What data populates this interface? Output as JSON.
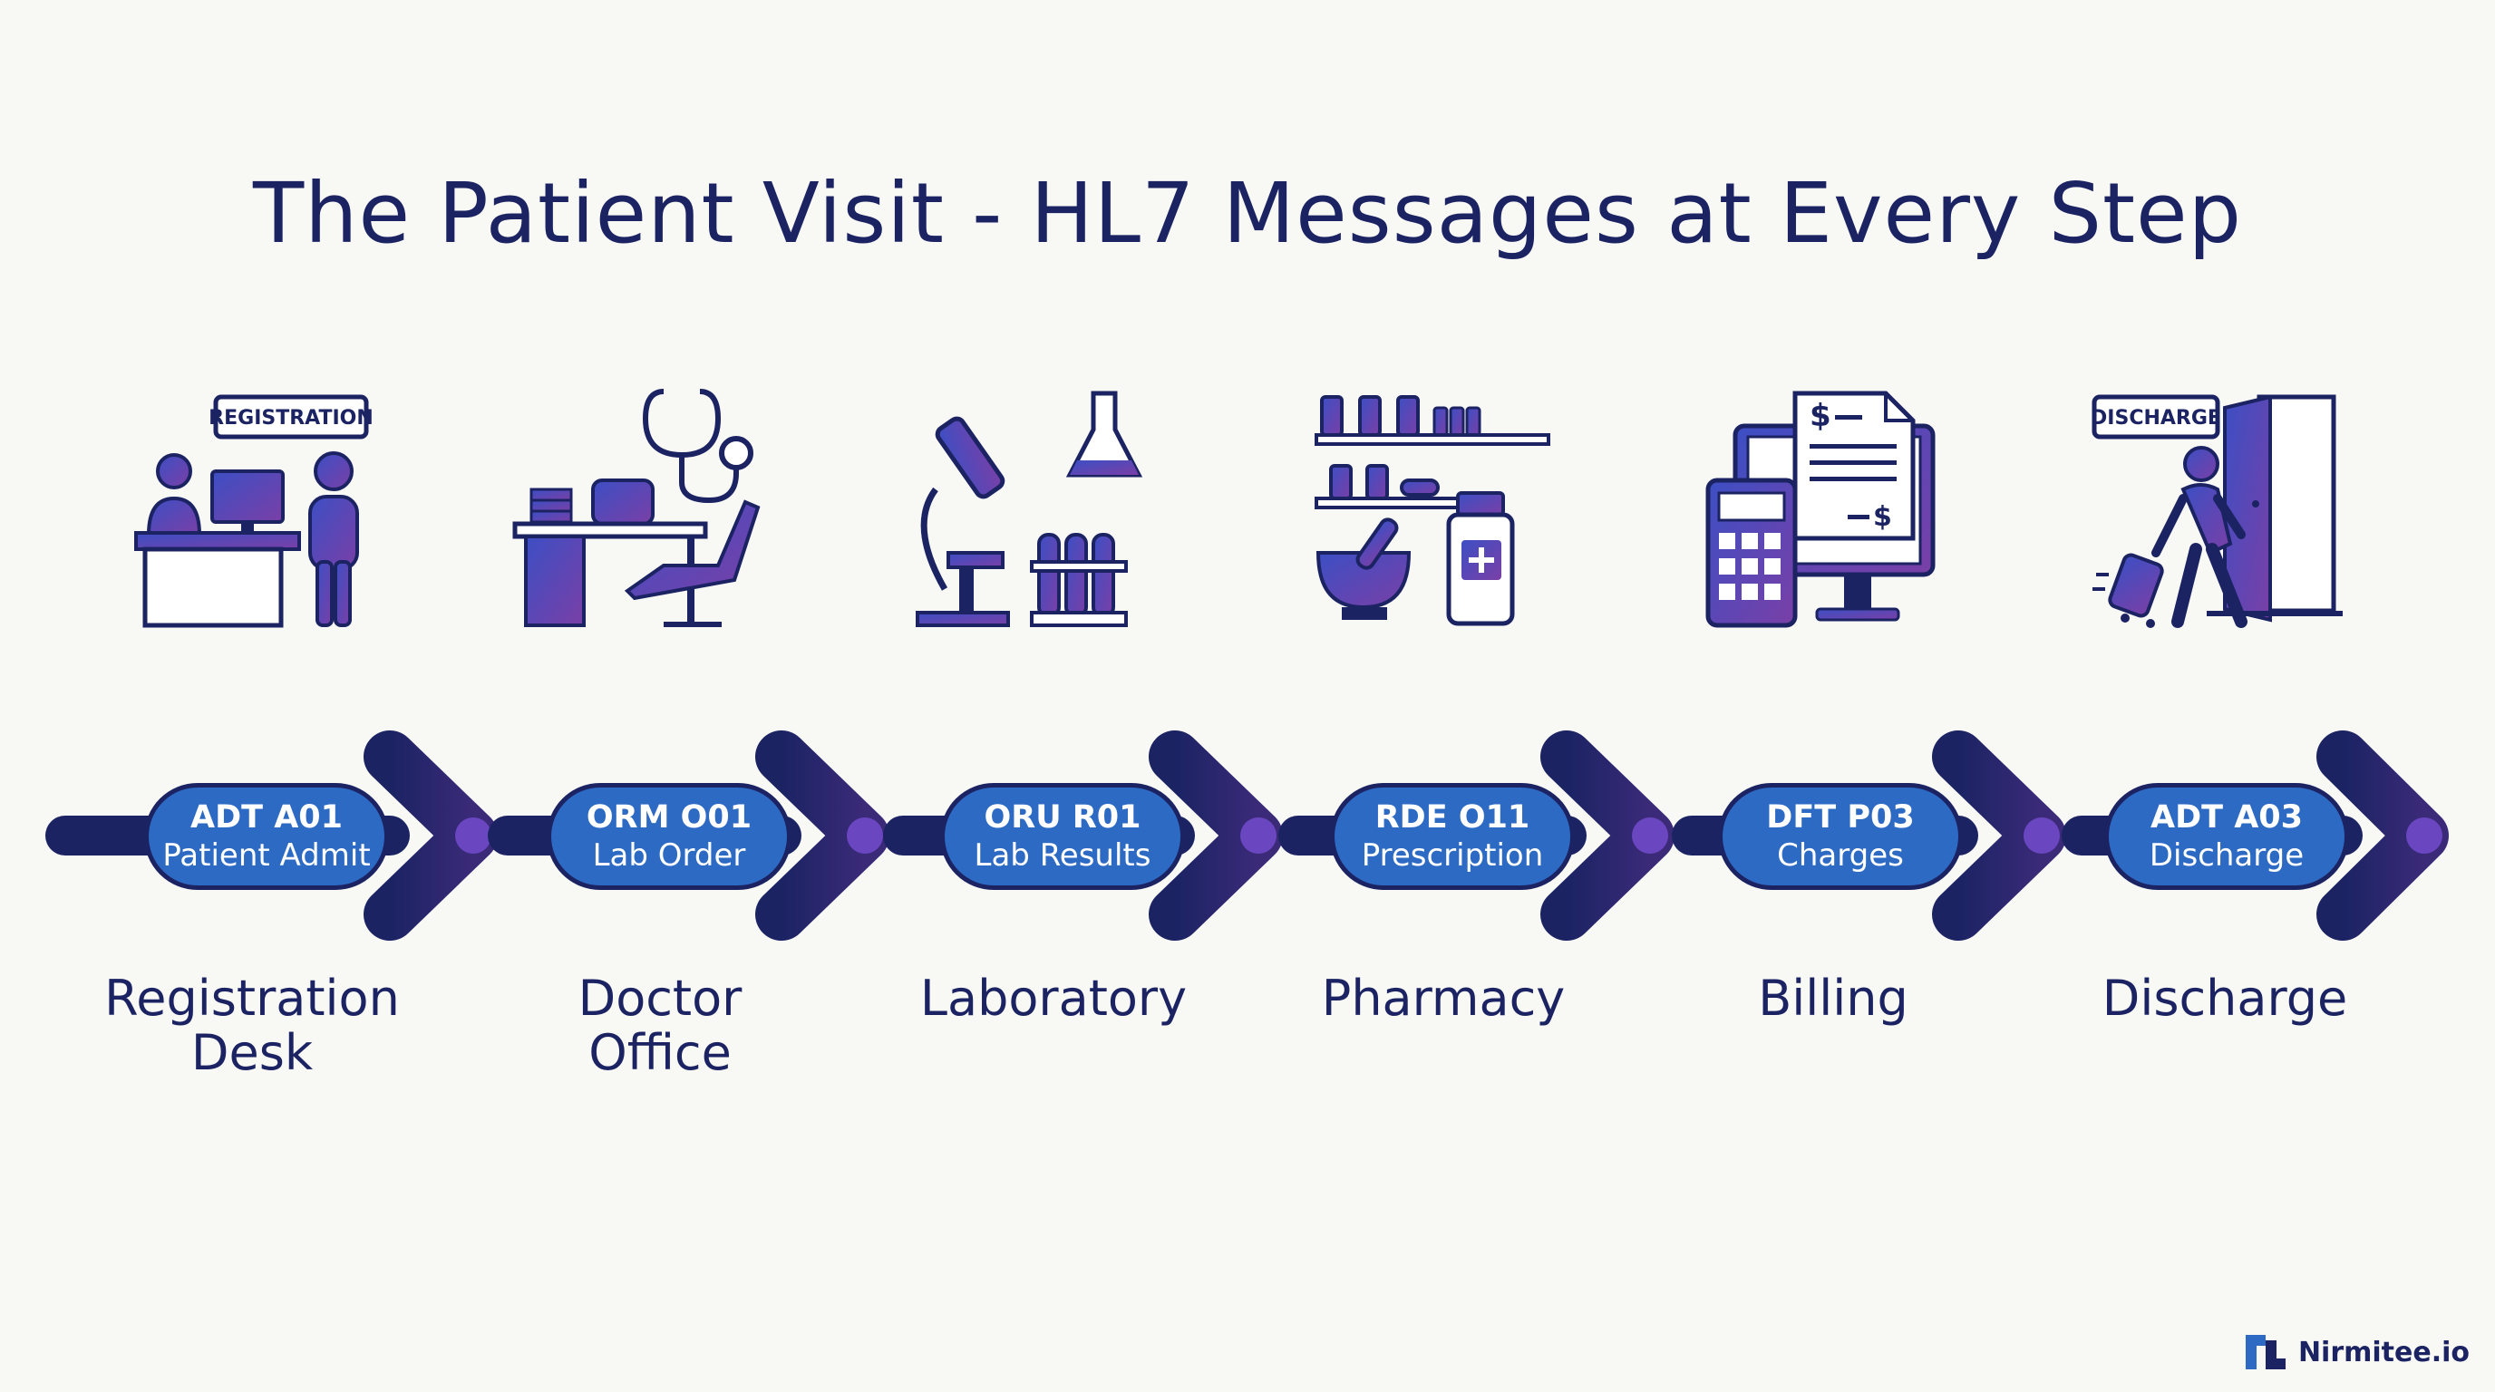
{
  "title": "The Patient Visit - HL7 Messages at Every Step",
  "colors": {
    "navy": "#1b2363",
    "pill_blue": "#2d6ac4",
    "purple": "#6b46c1",
    "gradient_start": "#3c4fc4",
    "gradient_end": "#7a3fa6"
  },
  "steps": [
    {
      "icon": "registration-desk-icon",
      "sign": "REGISTRATION",
      "code": "ADT A01",
      "message": "Patient Admit",
      "label_lines": [
        "Registration",
        "Desk"
      ]
    },
    {
      "icon": "doctor-office-icon",
      "code": "ORM O01",
      "message": "Lab Order",
      "label_lines": [
        "Doctor",
        "Office"
      ]
    },
    {
      "icon": "laboratory-icon",
      "code": "ORU R01",
      "message": "Lab Results",
      "label_lines": [
        "Laboratory"
      ]
    },
    {
      "icon": "pharmacy-icon",
      "code": "RDE O11",
      "message": "Prescription",
      "label_lines": [
        "Pharmacy"
      ]
    },
    {
      "icon": "billing-icon",
      "code": "DFT P03",
      "message": "Charges",
      "label_lines": [
        "Billing"
      ]
    },
    {
      "icon": "discharge-icon",
      "sign": "DISCHARGE",
      "code": "ADT A03",
      "message": "Discharge",
      "label_lines": [
        "Discharge"
      ]
    }
  ],
  "brand": {
    "name": "Nirmitee.io",
    "logo_icon": "nirmitee-logo-icon"
  }
}
